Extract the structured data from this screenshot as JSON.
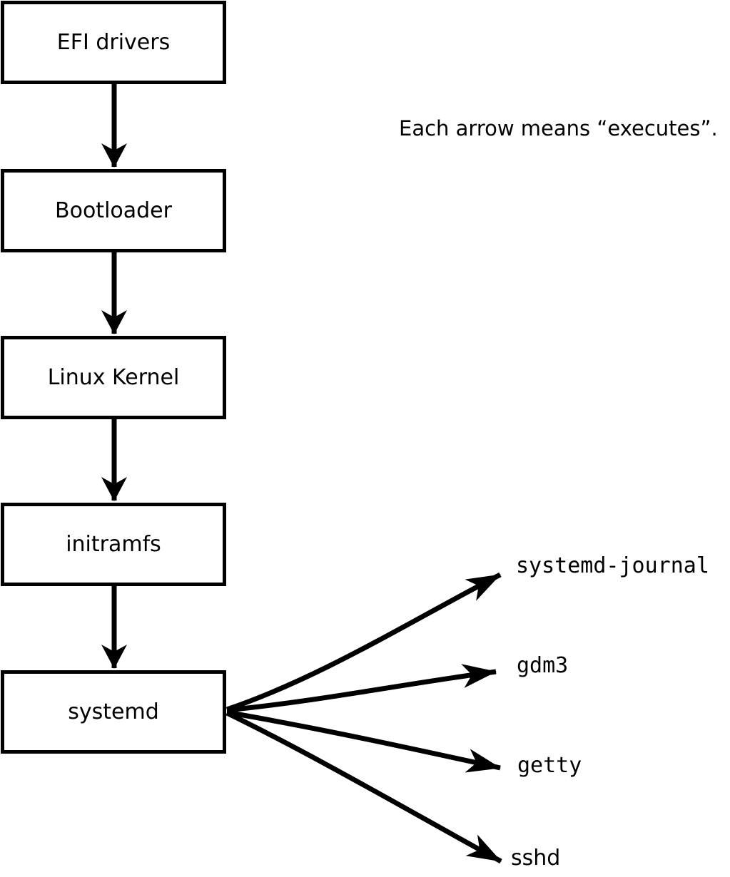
{
  "annotation": {
    "text": "Each arrow means “executes”."
  },
  "diagram": {
    "nodes": [
      {
        "id": "efi-drivers",
        "label": "EFI drivers"
      },
      {
        "id": "bootloader",
        "label": "Bootloader"
      },
      {
        "id": "linux-kernel",
        "label": "Linux Kernel"
      },
      {
        "id": "initramfs",
        "label": "initramfs"
      },
      {
        "id": "systemd",
        "label": "systemd"
      }
    ],
    "chain_edges": [
      {
        "from": "EFI drivers",
        "to": "Bootloader"
      },
      {
        "from": "Bootloader",
        "to": "Linux Kernel"
      },
      {
        "from": "Linux Kernel",
        "to": "initramfs"
      },
      {
        "from": "initramfs",
        "to": "systemd"
      }
    ],
    "fanout_edges": [
      {
        "from": "systemd",
        "to": "systemd-journal"
      },
      {
        "from": "systemd",
        "to": "gdm3"
      },
      {
        "from": "systemd",
        "to": "getty"
      },
      {
        "from": "systemd",
        "to": "sshd"
      }
    ],
    "targets": [
      {
        "id": "systemd-journal",
        "label": "systemd-journal"
      },
      {
        "id": "gdm3",
        "label": "gdm3"
      },
      {
        "id": "getty",
        "label": "getty"
      },
      {
        "id": "sshd",
        "label": "sshd"
      }
    ]
  },
  "colors": {
    "line": "#000000",
    "box_fill": "#ffffff",
    "text": "#000000",
    "background": "#ffffff"
  }
}
